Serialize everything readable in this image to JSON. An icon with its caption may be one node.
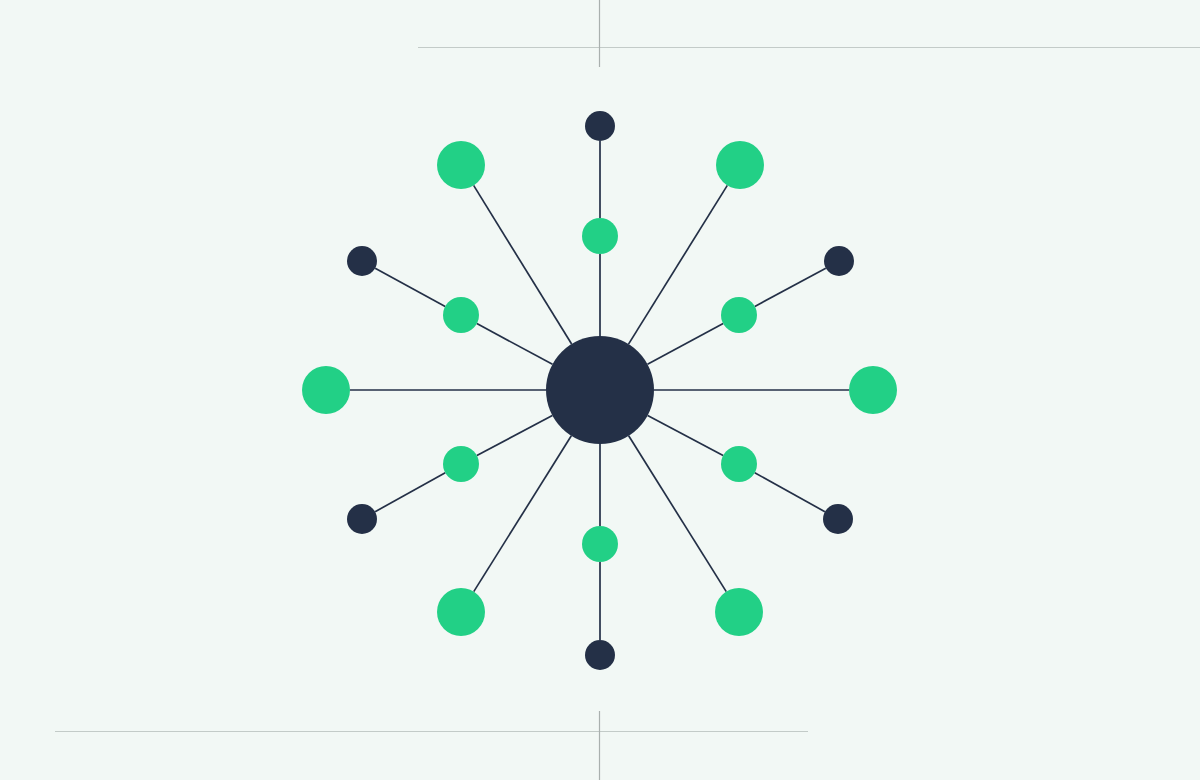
{
  "diagram": {
    "nodes": [
      {
        "text": [],
        "shape": "circle"
      },
      {
        "text": [],
        "shape": "circle"
      },
      {
        "text": [],
        "shape": "circle"
      },
      {
        "text": [],
        "shape": "circle"
      },
      {
        "text": [],
        "shape": "circle"
      },
      {
        "text": [],
        "shape": "circle"
      },
      {
        "text": [],
        "shape": "circle"
      },
      {
        "text": [],
        "shape": "circle"
      },
      {
        "text": [],
        "shape": "circle"
      },
      {
        "text": [],
        "shape": "circle"
      },
      {
        "text": [],
        "shape": "circle"
      },
      {
        "text": [],
        "shape": "circle"
      },
      {
        "text": [],
        "shape": "circle"
      },
      {
        "text": [],
        "shape": "circle"
      },
      {
        "text": [],
        "shape": "circle"
      },
      {
        "text": [],
        "shape": "circle"
      },
      {
        "text": [],
        "shape": "circle"
      },
      {
        "text": [],
        "shape": "circle"
      },
      {
        "text": [],
        "shape": "circle"
      }
    ],
    "edges": [
      {
        "from": 9,
        "to": 3,
        "arrow": "none"
      },
      {
        "from": 3,
        "to": 0,
        "arrow": "none"
      },
      {
        "from": 9,
        "to": 2,
        "arrow": "none"
      },
      {
        "from": 9,
        "to": 7,
        "arrow": "none"
      },
      {
        "from": 7,
        "to": 5,
        "arrow": "none"
      },
      {
        "from": 9,
        "to": 10,
        "arrow": "none"
      },
      {
        "from": 9,
        "to": 12,
        "arrow": "none"
      },
      {
        "from": 12,
        "to": 14,
        "arrow": "none"
      },
      {
        "from": 9,
        "to": 17,
        "arrow": "none"
      },
      {
        "from": 9,
        "to": 15,
        "arrow": "none"
      },
      {
        "from": 15,
        "to": 18,
        "arrow": "none"
      },
      {
        "from": 9,
        "to": 16,
        "arrow": "none"
      },
      {
        "from": 9,
        "to": 11,
        "arrow": "none"
      },
      {
        "from": 11,
        "to": 13,
        "arrow": "none"
      },
      {
        "from": 9,
        "to": 8,
        "arrow": "none"
      },
      {
        "from": 9,
        "to": 6,
        "arrow": "none"
      },
      {
        "from": 6,
        "to": 4,
        "arrow": "none"
      },
      {
        "from": 9,
        "to": 1,
        "arrow": "none"
      }
    ]
  }
}
